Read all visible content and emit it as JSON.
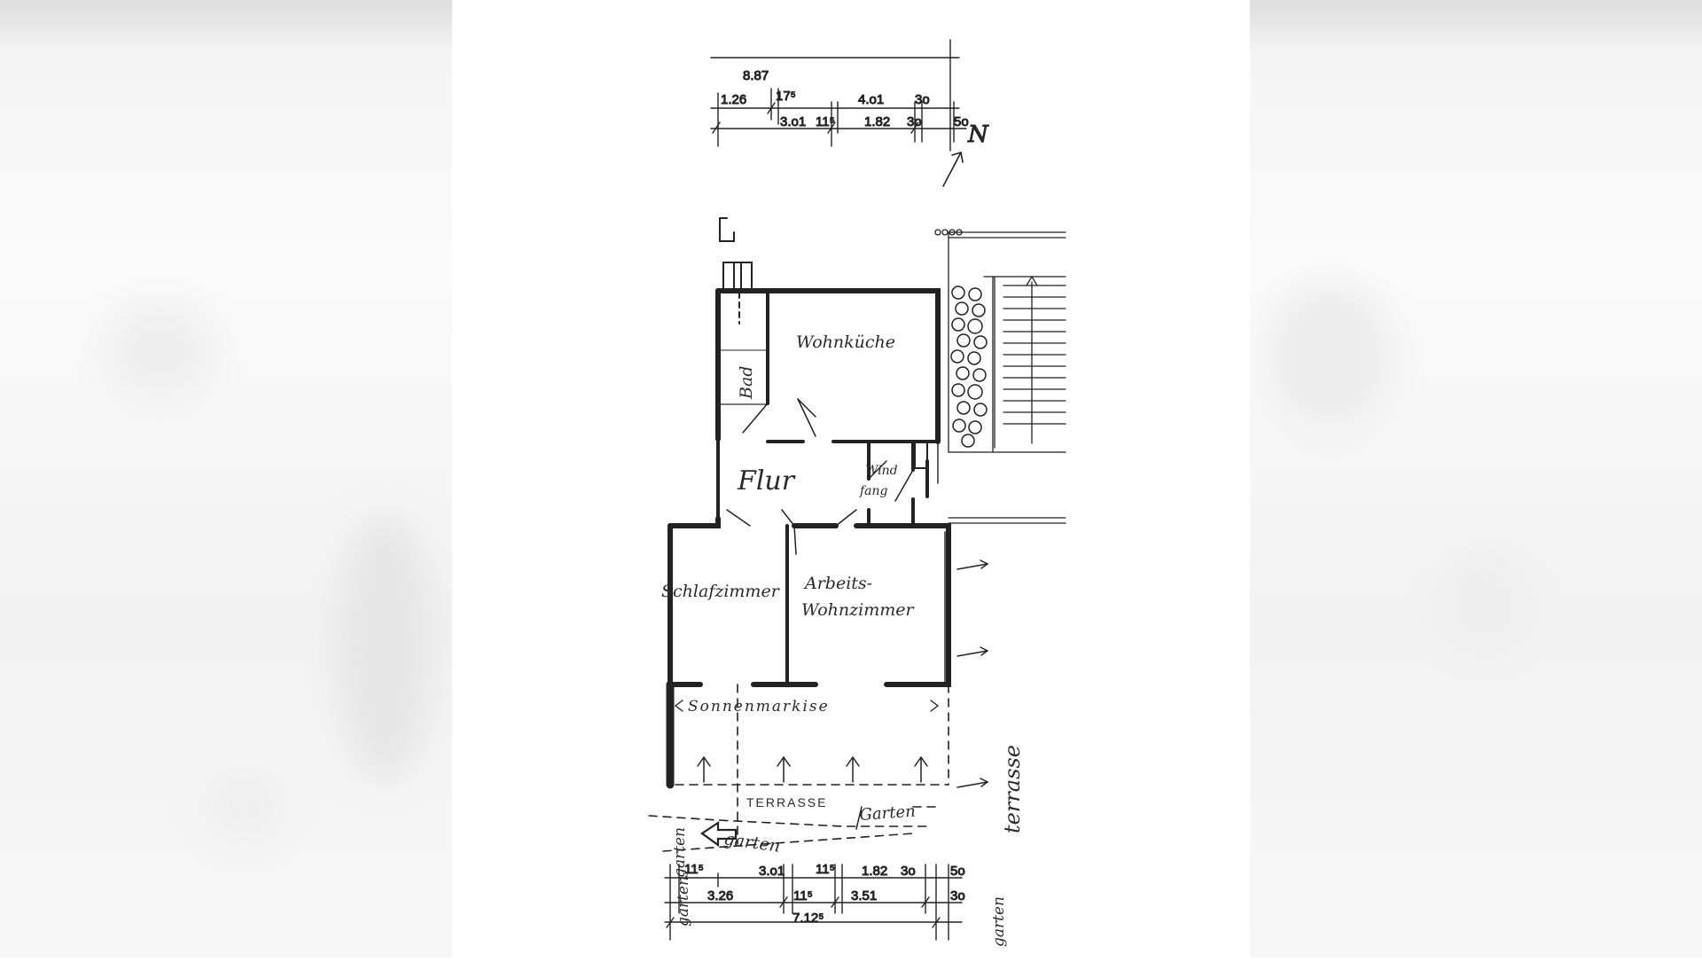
{
  "plan": {
    "north": "N",
    "rooms": {
      "wohnkueche": "Wohnküche",
      "bad": "Bad",
      "flur": "Flur",
      "windfang_1": "Wind",
      "windfang_2": "fang",
      "schlafzimmer": "Schlafzimmer",
      "arbeits_1": "Arbeits-",
      "arbeits_2": "Wohnzimmer"
    },
    "labels": {
      "markise": "Sonnenmarkise",
      "terrasse_garten_1": "TERRASSE",
      "terrasse_garten_2": "Garten",
      "terrasse_side": "terrasse",
      "garten_bottom": "garten",
      "garten_left": "garten",
      "garten_right": "garten"
    },
    "dims_top": {
      "total": "8.87",
      "r1_a": "1.26",
      "r1_b": "17⁵",
      "r1_c": "4.o1",
      "r1_d": "3o",
      "r2_a": "3.o1",
      "r2_b": "11⁵",
      "r2_c": "1.82",
      "r2_d": "3o",
      "r2_e": "5o"
    },
    "dims_bottom": {
      "r1_a": "11⁵",
      "r1_b": "3.o1",
      "r1_c": "11⁵",
      "r1_d": "1.82",
      "r1_e": "3o",
      "r1_f": "5o",
      "r2_a": "3.26",
      "r2_b": "11⁵",
      "r2_c": "3.51",
      "r2_d": "3o",
      "total": "7.12⁵"
    }
  }
}
